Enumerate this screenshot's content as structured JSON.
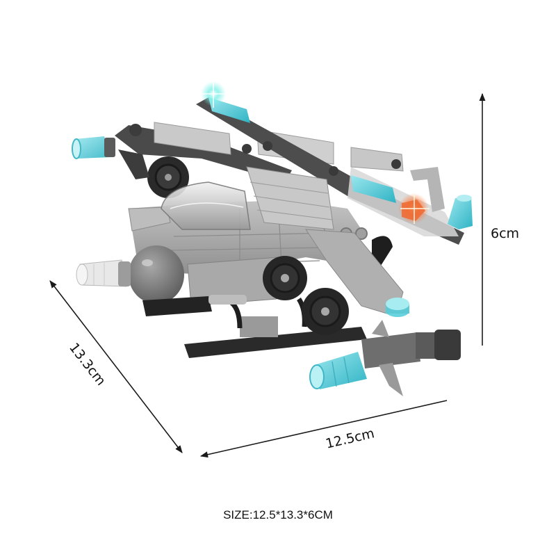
{
  "product": {
    "name": "building-block helicopter model",
    "colors": {
      "background": "#ffffff",
      "light_gray": "#b9b9b9",
      "mid_gray": "#8e8e8e",
      "dark_gray": "#4a4a4a",
      "black": "#1e1e1e",
      "trans_blue": "#5fd0dc",
      "trans_clear": "#e6e9ec",
      "trans_orange": "#f0703a"
    }
  },
  "dimensions": {
    "height": {
      "label": "6cm",
      "value": 6,
      "unit": "cm"
    },
    "length": {
      "label": "13.3cm",
      "value": 13.3,
      "unit": "cm"
    },
    "width": {
      "label": "12.5cm",
      "value": 12.5,
      "unit": "cm"
    },
    "arrow_color": "#1a1a1a"
  },
  "caption": {
    "text": "SIZE:12.5*13.3*6CM"
  }
}
